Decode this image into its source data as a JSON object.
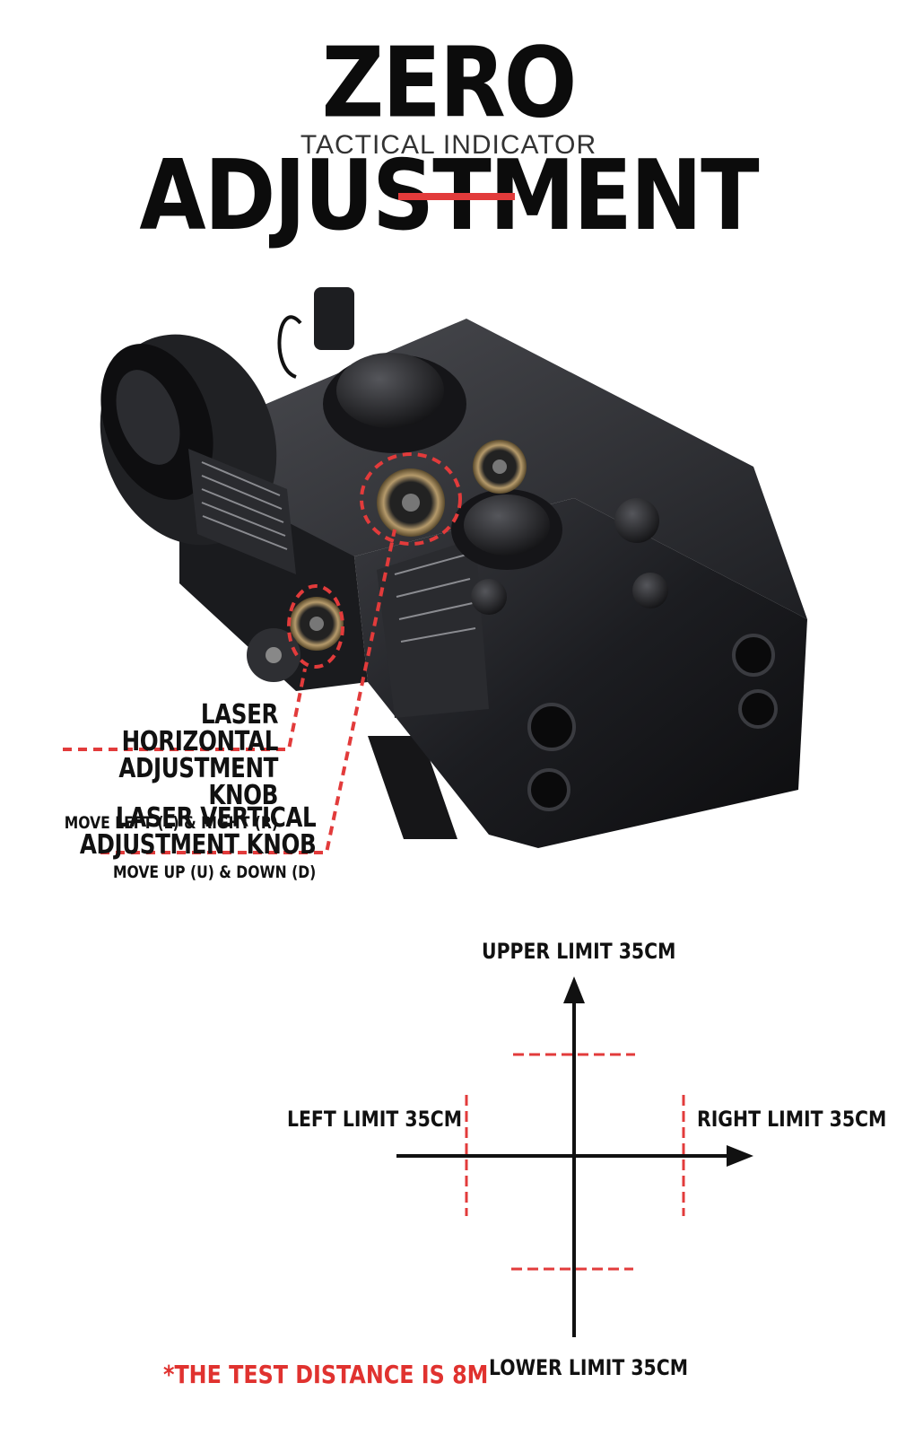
{
  "header": {
    "title": "ZERO ADJUSTMENT",
    "subtitle": "TACTICAL INDICATOR"
  },
  "callouts": {
    "horizontal": {
      "line1": "LASER HORIZONTAL",
      "line2": "ADJUSTMENT KNOB",
      "line3": "MOVE LEFT (L) & RIGHT (R)"
    },
    "vertical": {
      "line1": "LASER VERTICAL",
      "line2": "ADJUSTMENT KNOB",
      "line3": "MOVE UP (U) & DOWN (D)"
    }
  },
  "diagram": {
    "upper": "UPPER LIMIT 35CM",
    "lower": "LOWER LIMIT 35CM",
    "left": "LEFT LIMIT 35CM",
    "right": "RIGHT LIMIT 35CM"
  },
  "note": "*THE TEST DISTANCE IS 8M",
  "colors": {
    "accent_red": "#e23b3b",
    "device_body": "#1b1c1f",
    "text": "#111111"
  },
  "icons": {
    "device": "laser-aiming-device-illustration",
    "arrow": "arrow-head-icon"
  }
}
